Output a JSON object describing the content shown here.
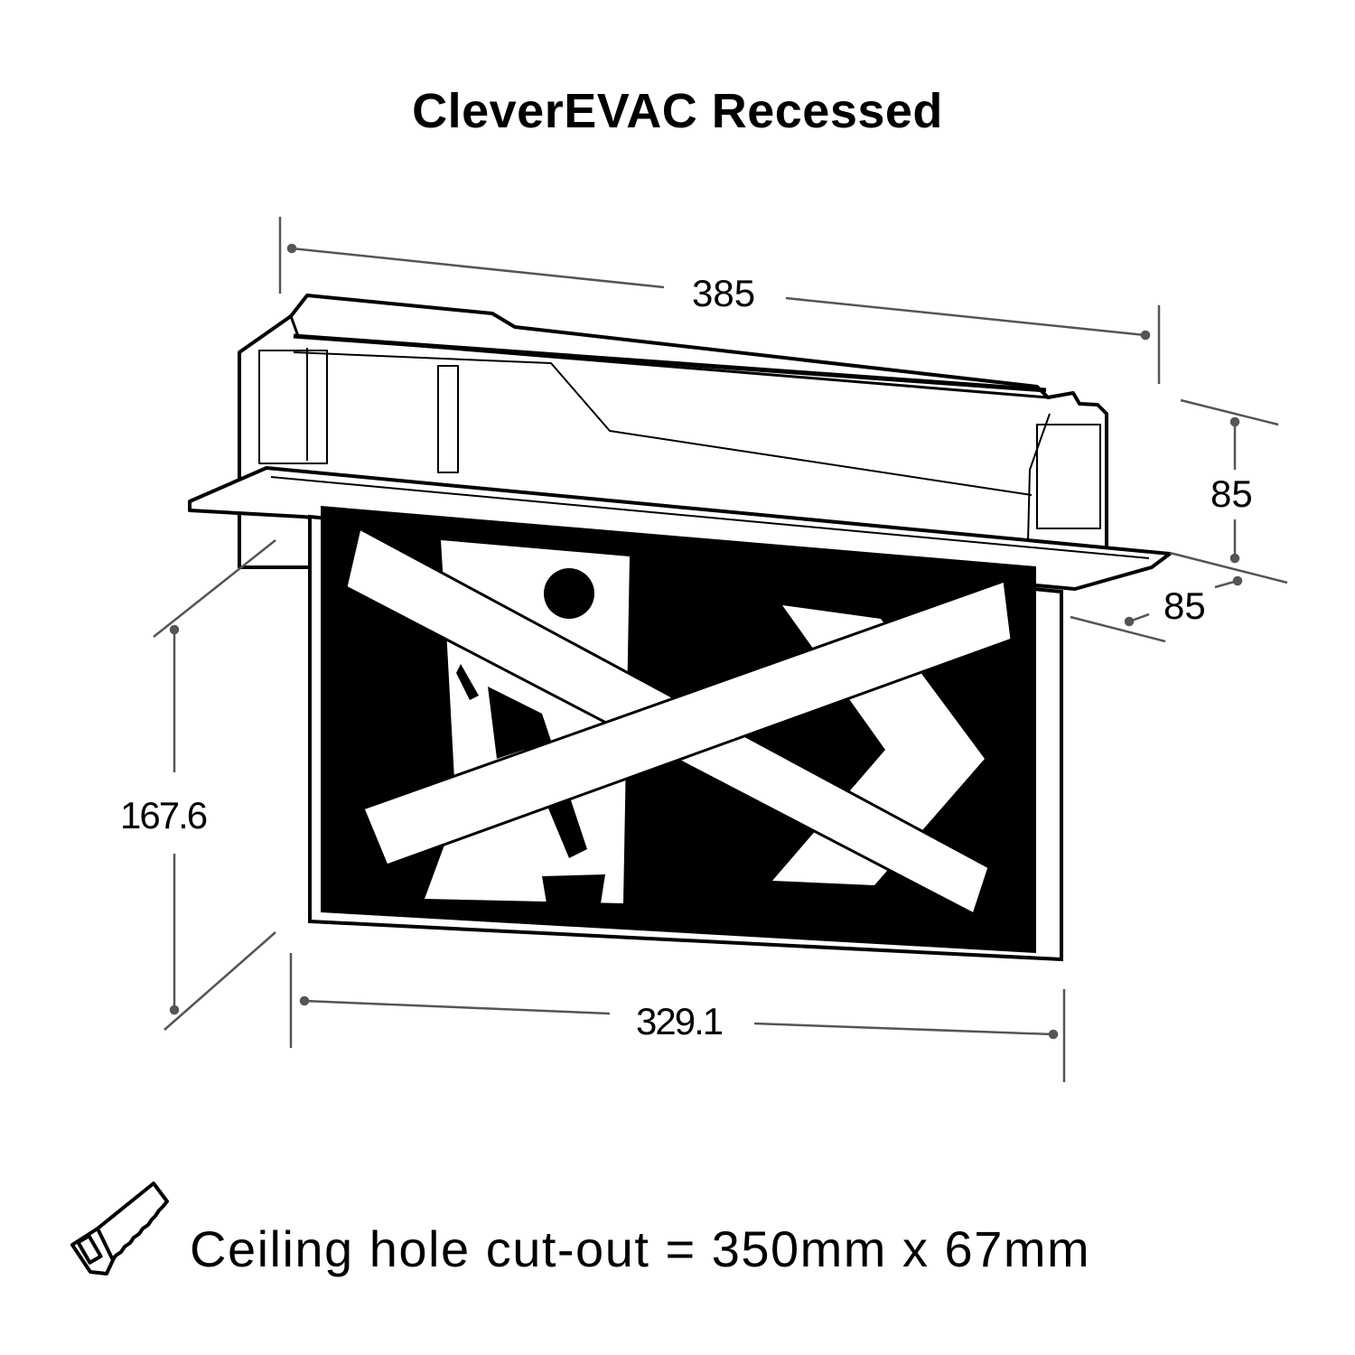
{
  "title": "CleverEVAC Recessed",
  "dimensions": {
    "width_top": "385",
    "height_body": "85",
    "depth": "85",
    "height_sign": "167.6",
    "width_sign": "329.1"
  },
  "footer": {
    "icon": "saw-icon",
    "text": "Ceiling hole cut-out = 350mm x 67mm"
  },
  "colors": {
    "line": "#000000",
    "dimension": "#555555"
  }
}
